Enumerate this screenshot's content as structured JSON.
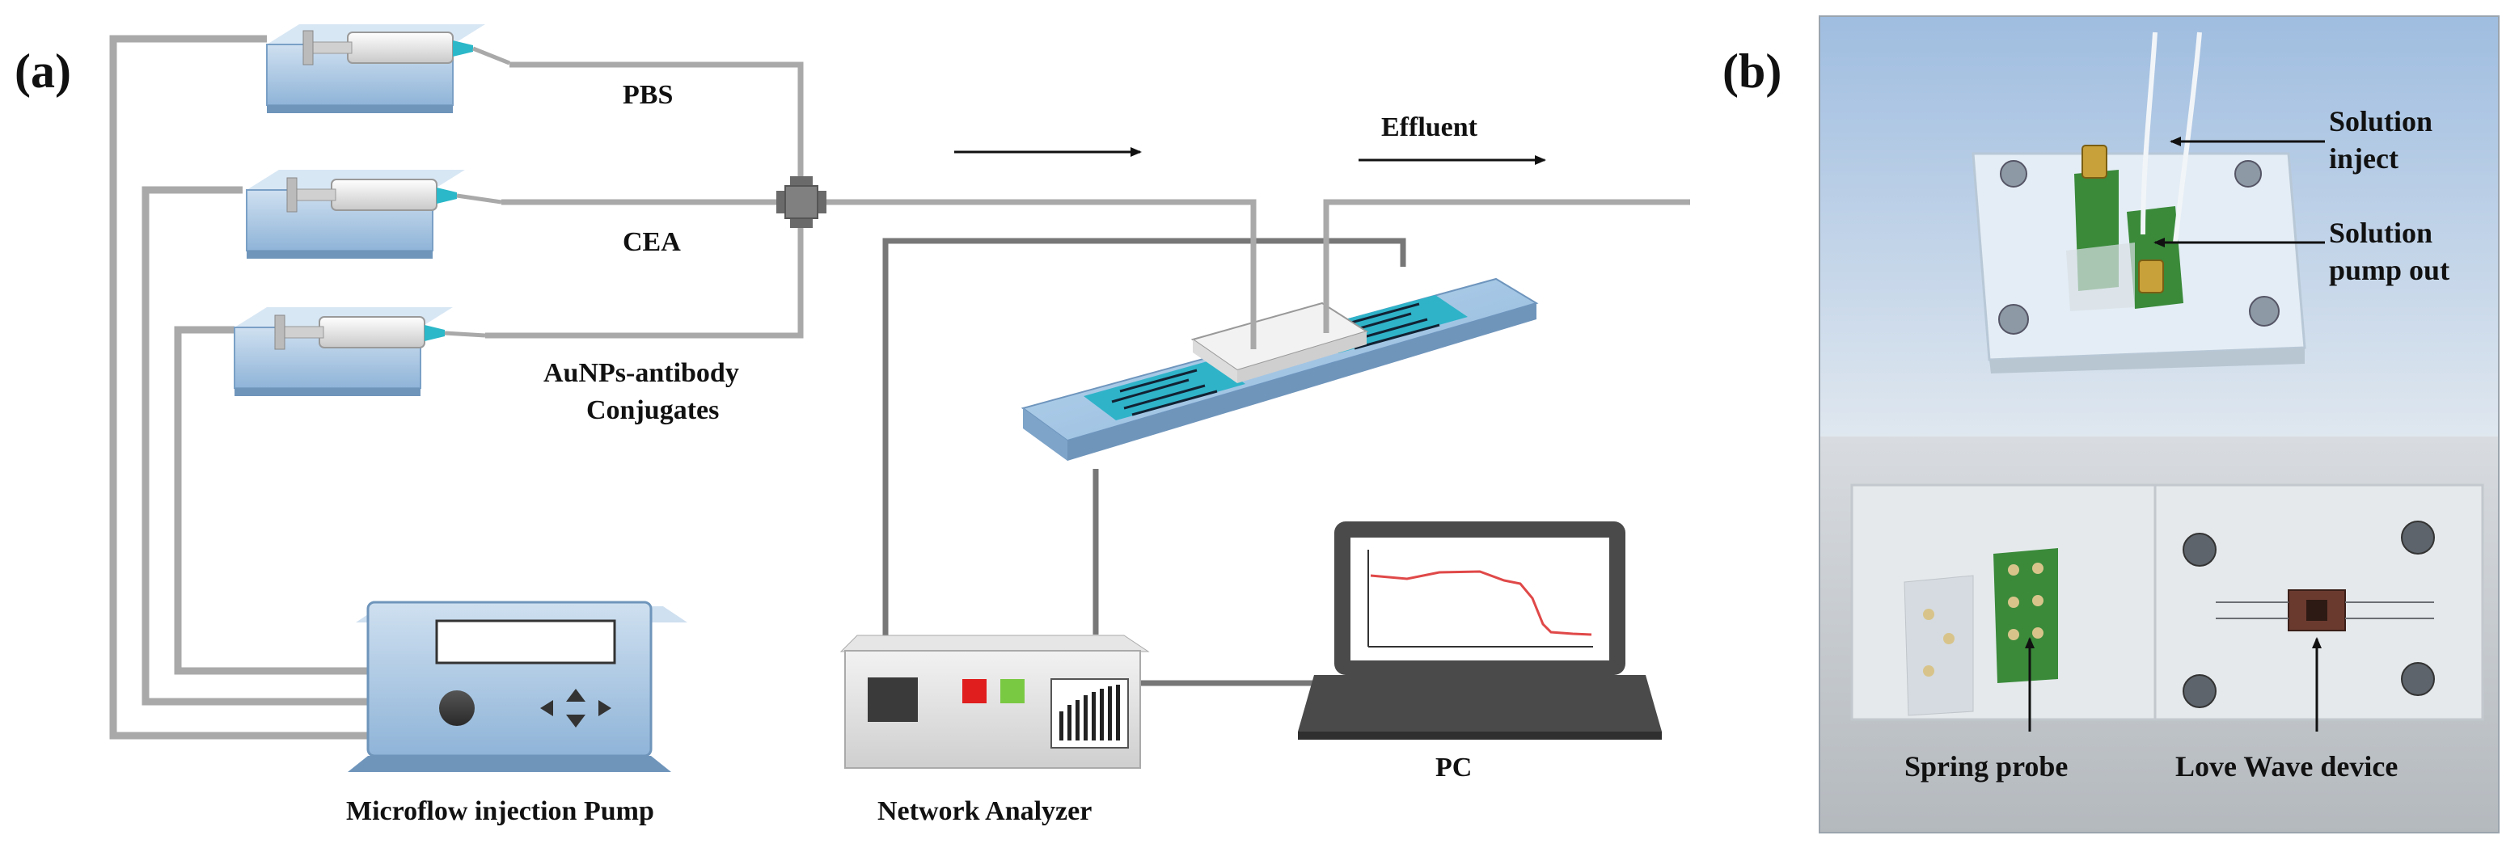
{
  "panel_a": {
    "tag": "(a)",
    "labels": {
      "pbs": "PBS",
      "cea": "CEA",
      "aunps_line1": "AuNPs-antibody",
      "aunps_line2": "Conjugates",
      "effluent": "Effluent",
      "pump": "Microflow injection Pump",
      "analyzer": "Network Analyzer",
      "pc": "PC"
    }
  },
  "panel_b": {
    "tag": "(b)",
    "labels": {
      "solution_inject_line1": "Solution",
      "solution_inject_line2": "inject",
      "solution_pumpout_line1": "Solution",
      "solution_pumpout_line2": "pump out",
      "spring_probe": "Spring probe",
      "love_wave": "Love Wave device"
    }
  },
  "colors": {
    "tube": "#a9a9a9",
    "cable": "#8a8a8a",
    "syringe_base": "#a8c7e3",
    "syringe_tip": "#2bb8c8",
    "chip_body": "#a9cbe6",
    "electrode": "#5ec5d8",
    "photo_bg": "#c7d8e9",
    "pcb_green": "#3a8a3a",
    "signal_red": "#e04848"
  }
}
